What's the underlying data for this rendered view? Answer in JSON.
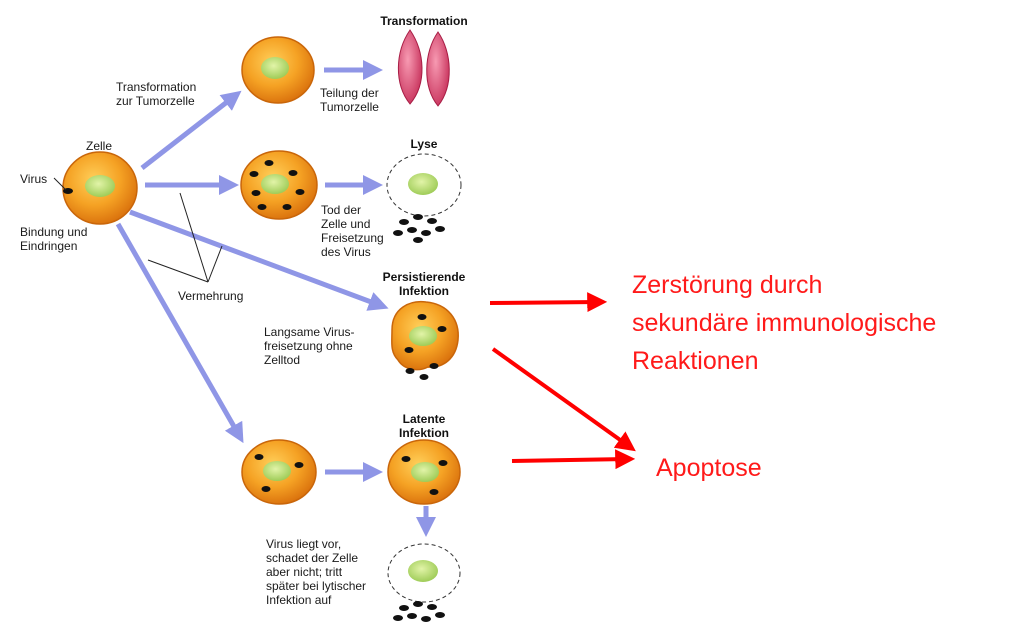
{
  "colors": {
    "flow_arrow": "#8f96e6",
    "highlight_arrow": "#ff0000",
    "highlight_text": "#ff1a1a",
    "cell_body": "#f39a1c",
    "cell_edge": "#d9700c",
    "nucleus": "#b8dc6a",
    "virus": "#111111",
    "tumor_cell": "#e0446e"
  },
  "labels": {
    "zelle": "Zelle",
    "virus": "Virus",
    "bindung": "Bindung und\nEindringen",
    "transformation_zur": "Transformation\nzur Tumorzelle",
    "vermehrung": "Vermehrung",
    "teilung": "Teilung der\nTumorzelle",
    "tod": "Tod der\nZelle und\nFreisetzung\ndes Virus",
    "langsame": "Langsame Virus-\nfreisetzung ohne\nZelltod",
    "virus_liegt": "Virus liegt vor,\nschadet der Zelle\naber nicht; tritt\nspäter bei lytischer\nInfektion auf"
  },
  "headers": {
    "transformation": "Transformation",
    "lyse": "Lyse",
    "persistierende": "Persistierende\nInfektion",
    "latente": "Latente\nInfektion"
  },
  "annotations": {
    "zerstoerung": "Zerstörung durch\nsekundäre immunologische\nReaktionen",
    "apoptose": "Apoptose"
  },
  "icons": {
    "cell": "cell-icon",
    "tumor_cell": "tumor-cell-icon",
    "lysed_cell": "lysed-cell-icon",
    "virus_particles": "virus-particles-icon"
  }
}
